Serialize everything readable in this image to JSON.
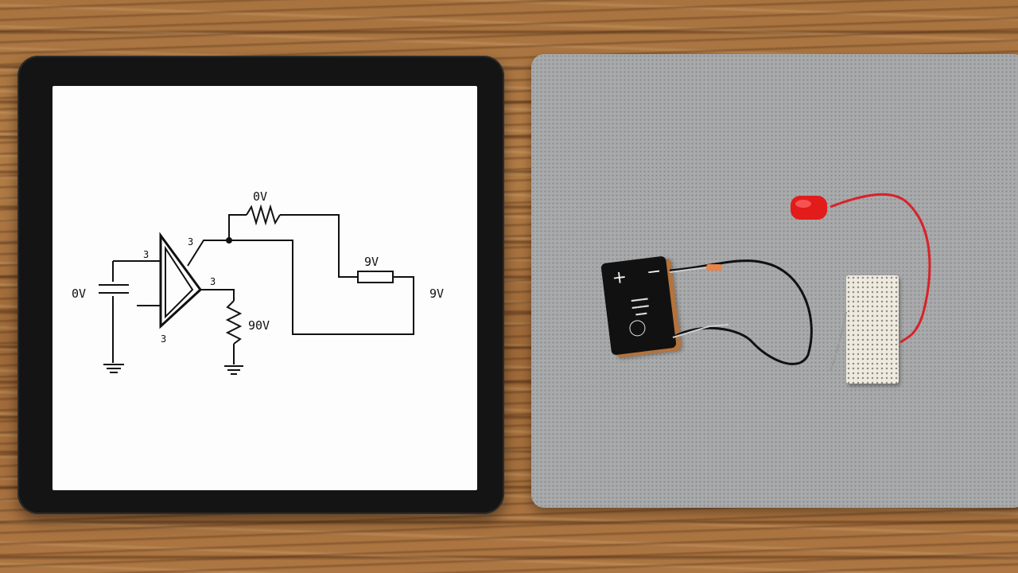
{
  "schematic": {
    "labels": {
      "input_voltage": "0V",
      "top_resistor_voltage": "0V",
      "right_resistor_voltage": "9V",
      "output_voltage": "9V",
      "load_resistor_voltage": "90V",
      "opamp_in_pin": "3",
      "opamp_out_pin": "3",
      "opamp_side_pin": "3",
      "opamp_bottom_pin": "3"
    }
  },
  "battery": {
    "plus_symbol": "+",
    "minus_symbol": "−"
  },
  "colors": {
    "wood": "#a8733f",
    "tablet_bezel": "#141414",
    "board_gray": "#a9aaab",
    "led_red": "#e21b1b",
    "wire_red": "#d8222a",
    "wire_black": "#111111"
  }
}
